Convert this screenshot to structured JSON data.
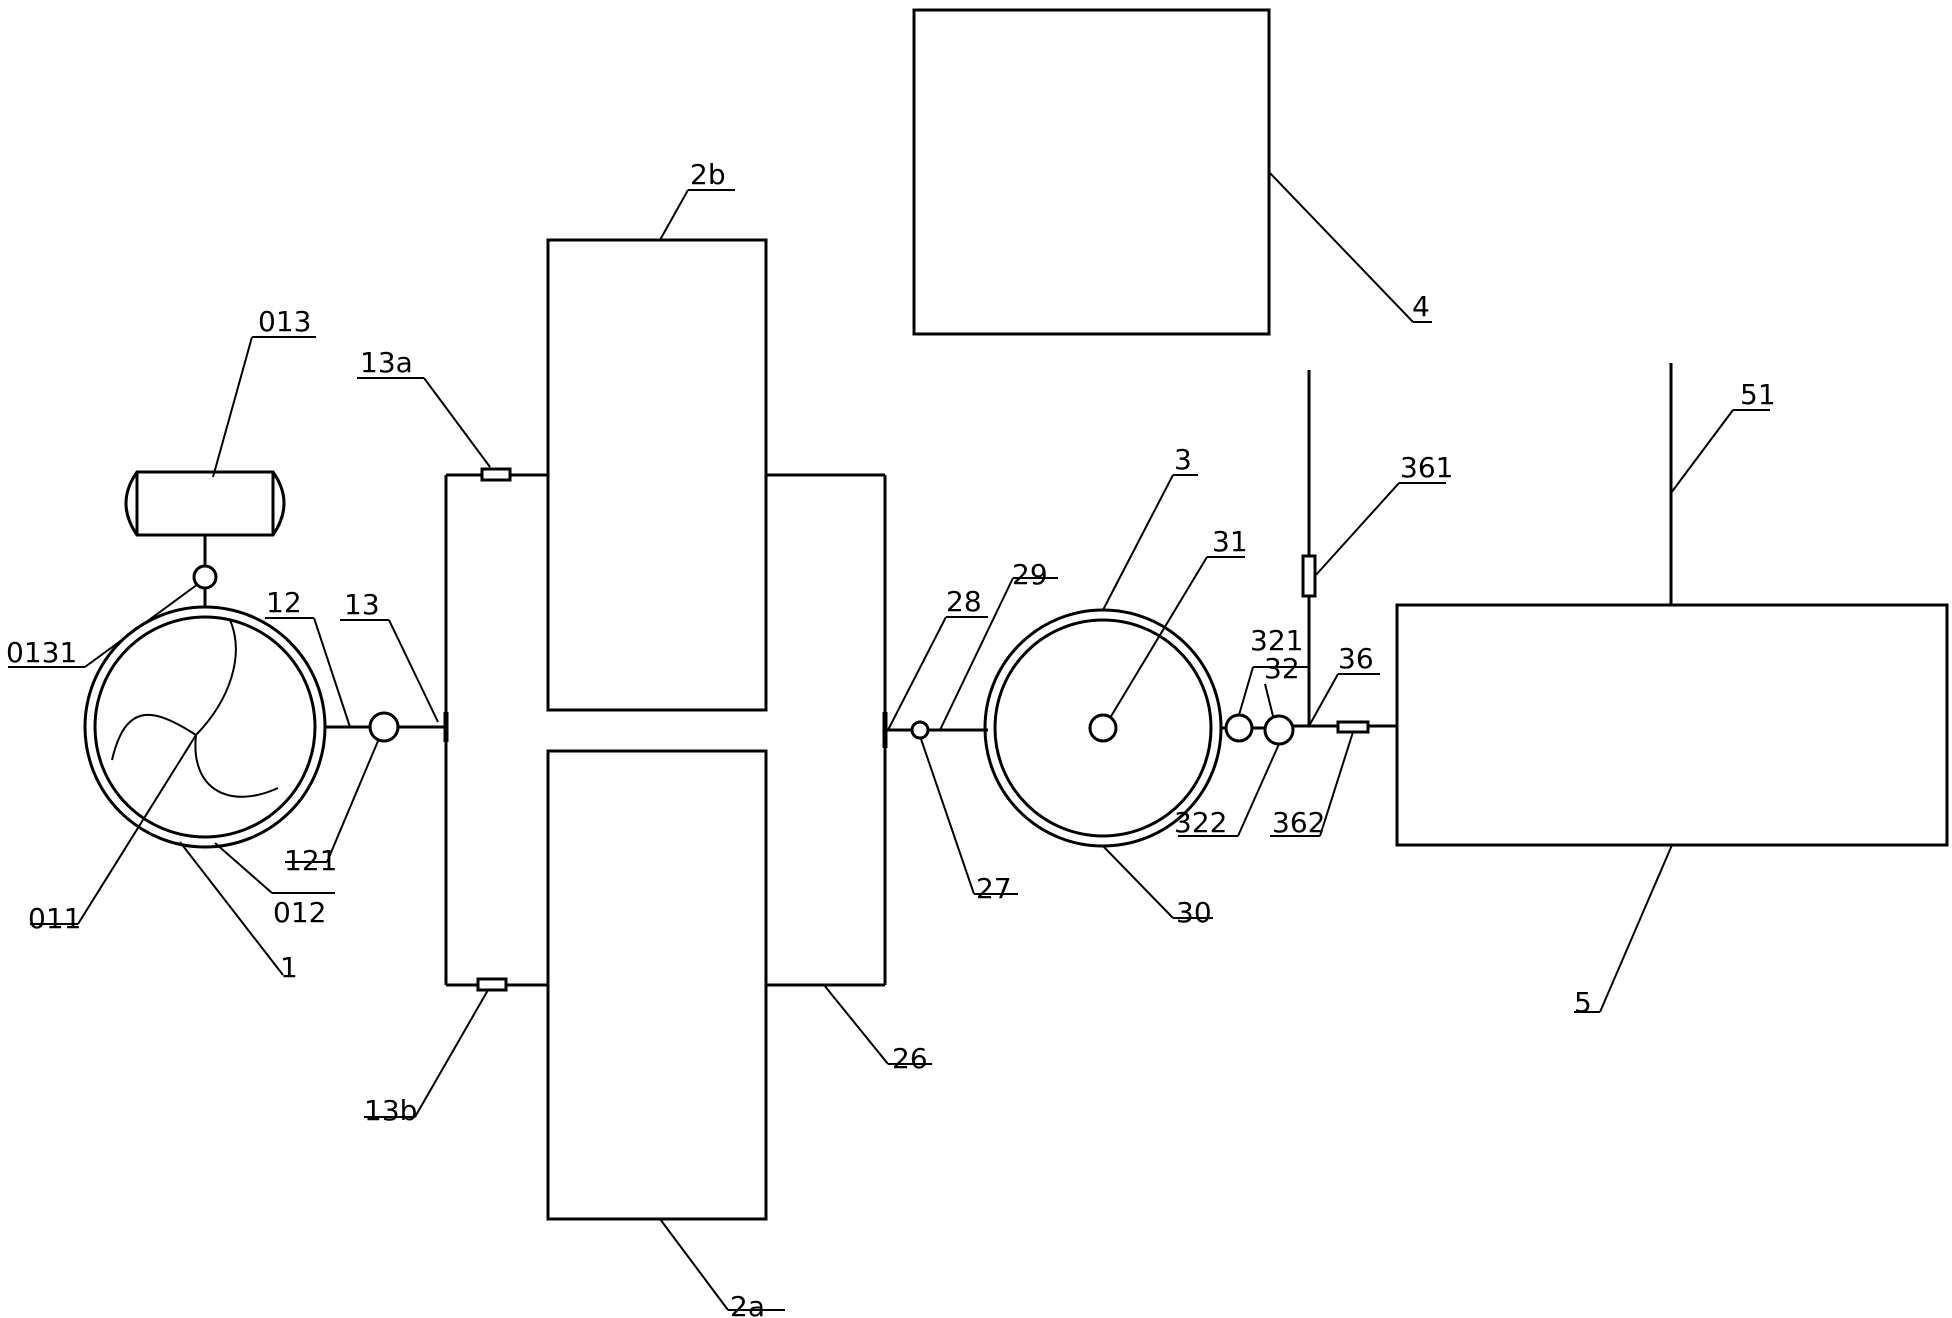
{
  "labels": {
    "l013": "013",
    "l0131": "0131",
    "l011": "011",
    "l012": "012",
    "l1": "1",
    "l12": "12",
    "l121": "121",
    "l13": "13",
    "l13a": "13a",
    "l13b": "13b",
    "l2a": "2a",
    "l2b": "2b",
    "l26": "26",
    "l27": "27",
    "l28": "28",
    "l29": "29",
    "l3": "3",
    "l30": "30",
    "l31": "31",
    "l32": "32",
    "l321": "321",
    "l322": "322",
    "l36": "36",
    "l361": "361",
    "l362": "362",
    "l4": "4",
    "l5": "5",
    "l51": "51"
  }
}
